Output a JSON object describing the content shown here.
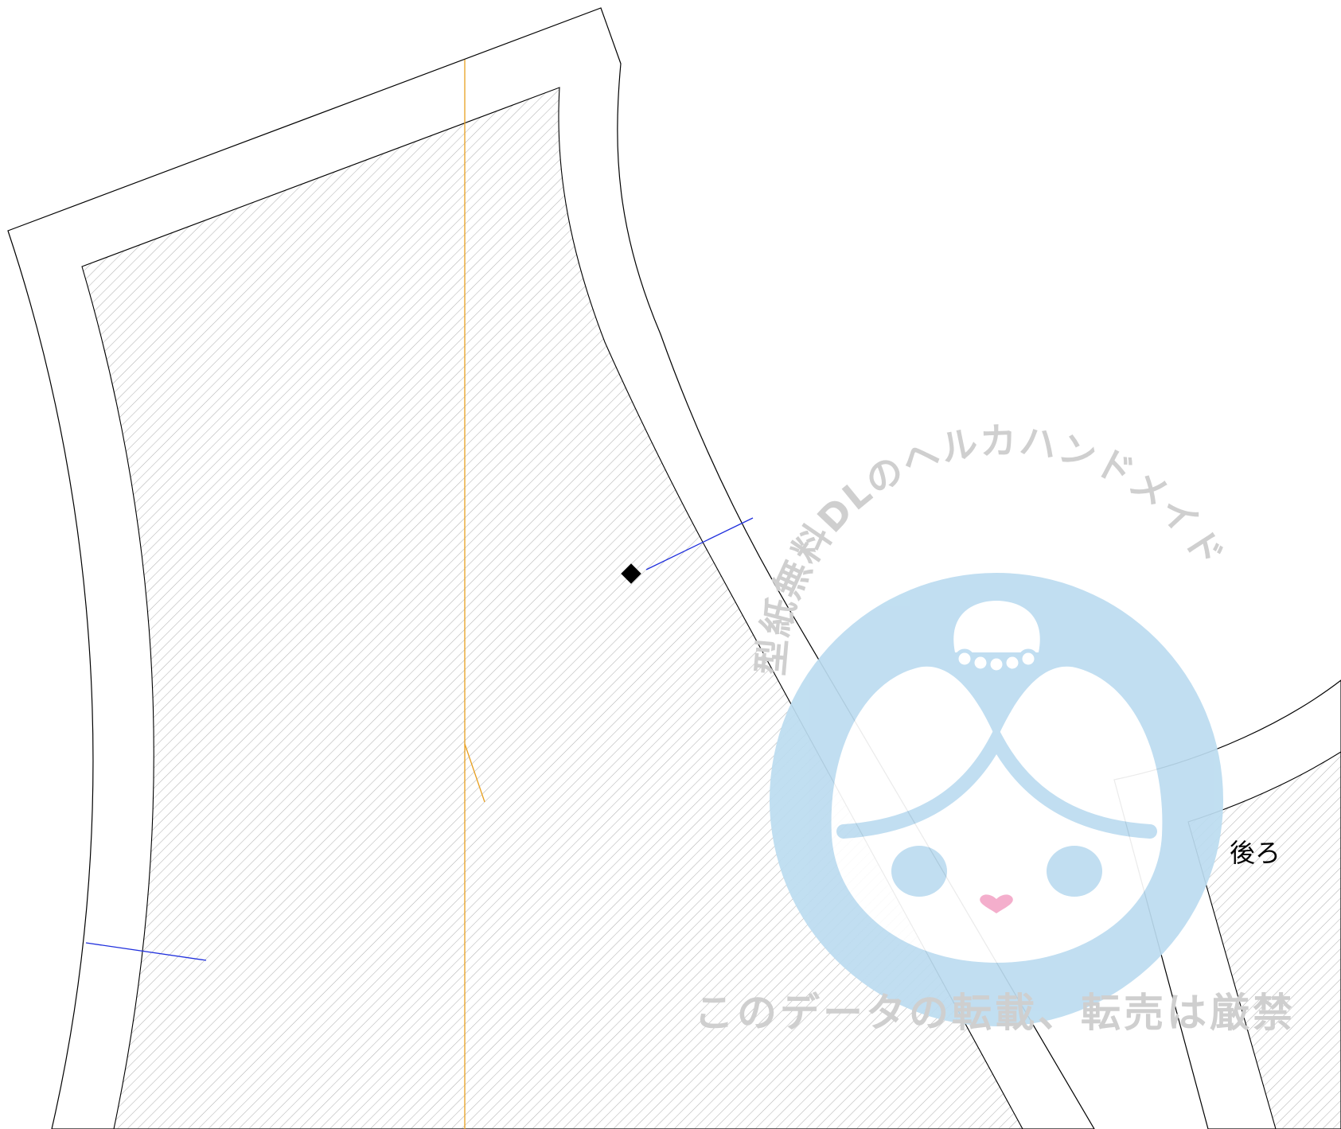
{
  "labels": {
    "back_piece": "後ろ"
  },
  "watermark": {
    "arc_text": "型紙無料DLのヘルカハンドメイド",
    "bottom_text": "このデータの転載、転売は厳禁",
    "logo": "helka-handmade-face-logo"
  },
  "colors": {
    "outline": "#000000",
    "hatch": "#b4b4b4",
    "grainline": "#e8a020",
    "notch": "#2030dd",
    "watermark_blue": "#bcdcf0",
    "watermark_text": "#cfcfcf",
    "mouth_pink": "#f4a8c8"
  }
}
